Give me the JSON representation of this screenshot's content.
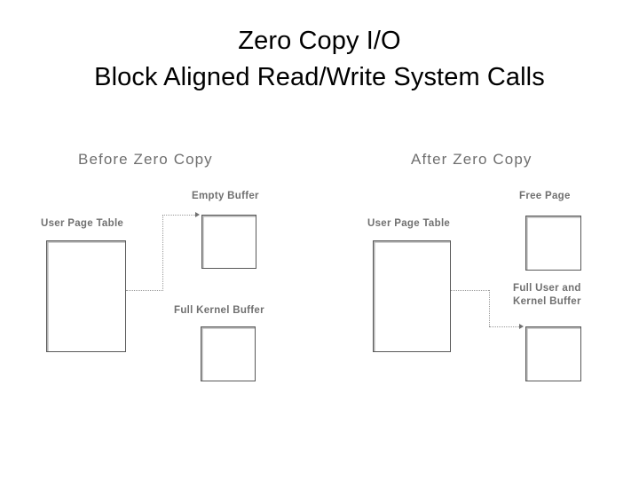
{
  "slide": {
    "title": "Zero Copy I/O\nBlock Aligned Read/Write System Calls",
    "background_color": "#ffffff",
    "title_color": "#000000"
  },
  "diagram": {
    "heading_color": "#6f6f6f",
    "label_color": "#707070",
    "box_border_color": "#585858",
    "box_highlight_color": "#b4b4b4",
    "connector_color": "#9a9a9a",
    "panels": [
      {
        "id": "before",
        "heading": "Before Zero Copy",
        "nodes": [
          {
            "id": "user-page-table",
            "label": "User Page Table"
          },
          {
            "id": "empty-buffer",
            "label": "Empty Buffer"
          },
          {
            "id": "full-kernel-buffer",
            "label": "Full Kernel Buffer"
          }
        ],
        "connector": {
          "from": "user-page-table",
          "to": "empty-buffer",
          "style": "dotted",
          "arrow": true
        }
      },
      {
        "id": "after",
        "heading": "After Zero Copy",
        "nodes": [
          {
            "id": "user-page-table",
            "label": "User Page Table"
          },
          {
            "id": "free-page",
            "label": "Free Page"
          },
          {
            "id": "full-user-and-kernel-buffer",
            "label": "Full User and\nKernel Buffer"
          }
        ],
        "connector": {
          "from": "user-page-table",
          "to": "full-user-and-kernel-buffer",
          "style": "dotted",
          "arrow": true
        }
      }
    ]
  }
}
